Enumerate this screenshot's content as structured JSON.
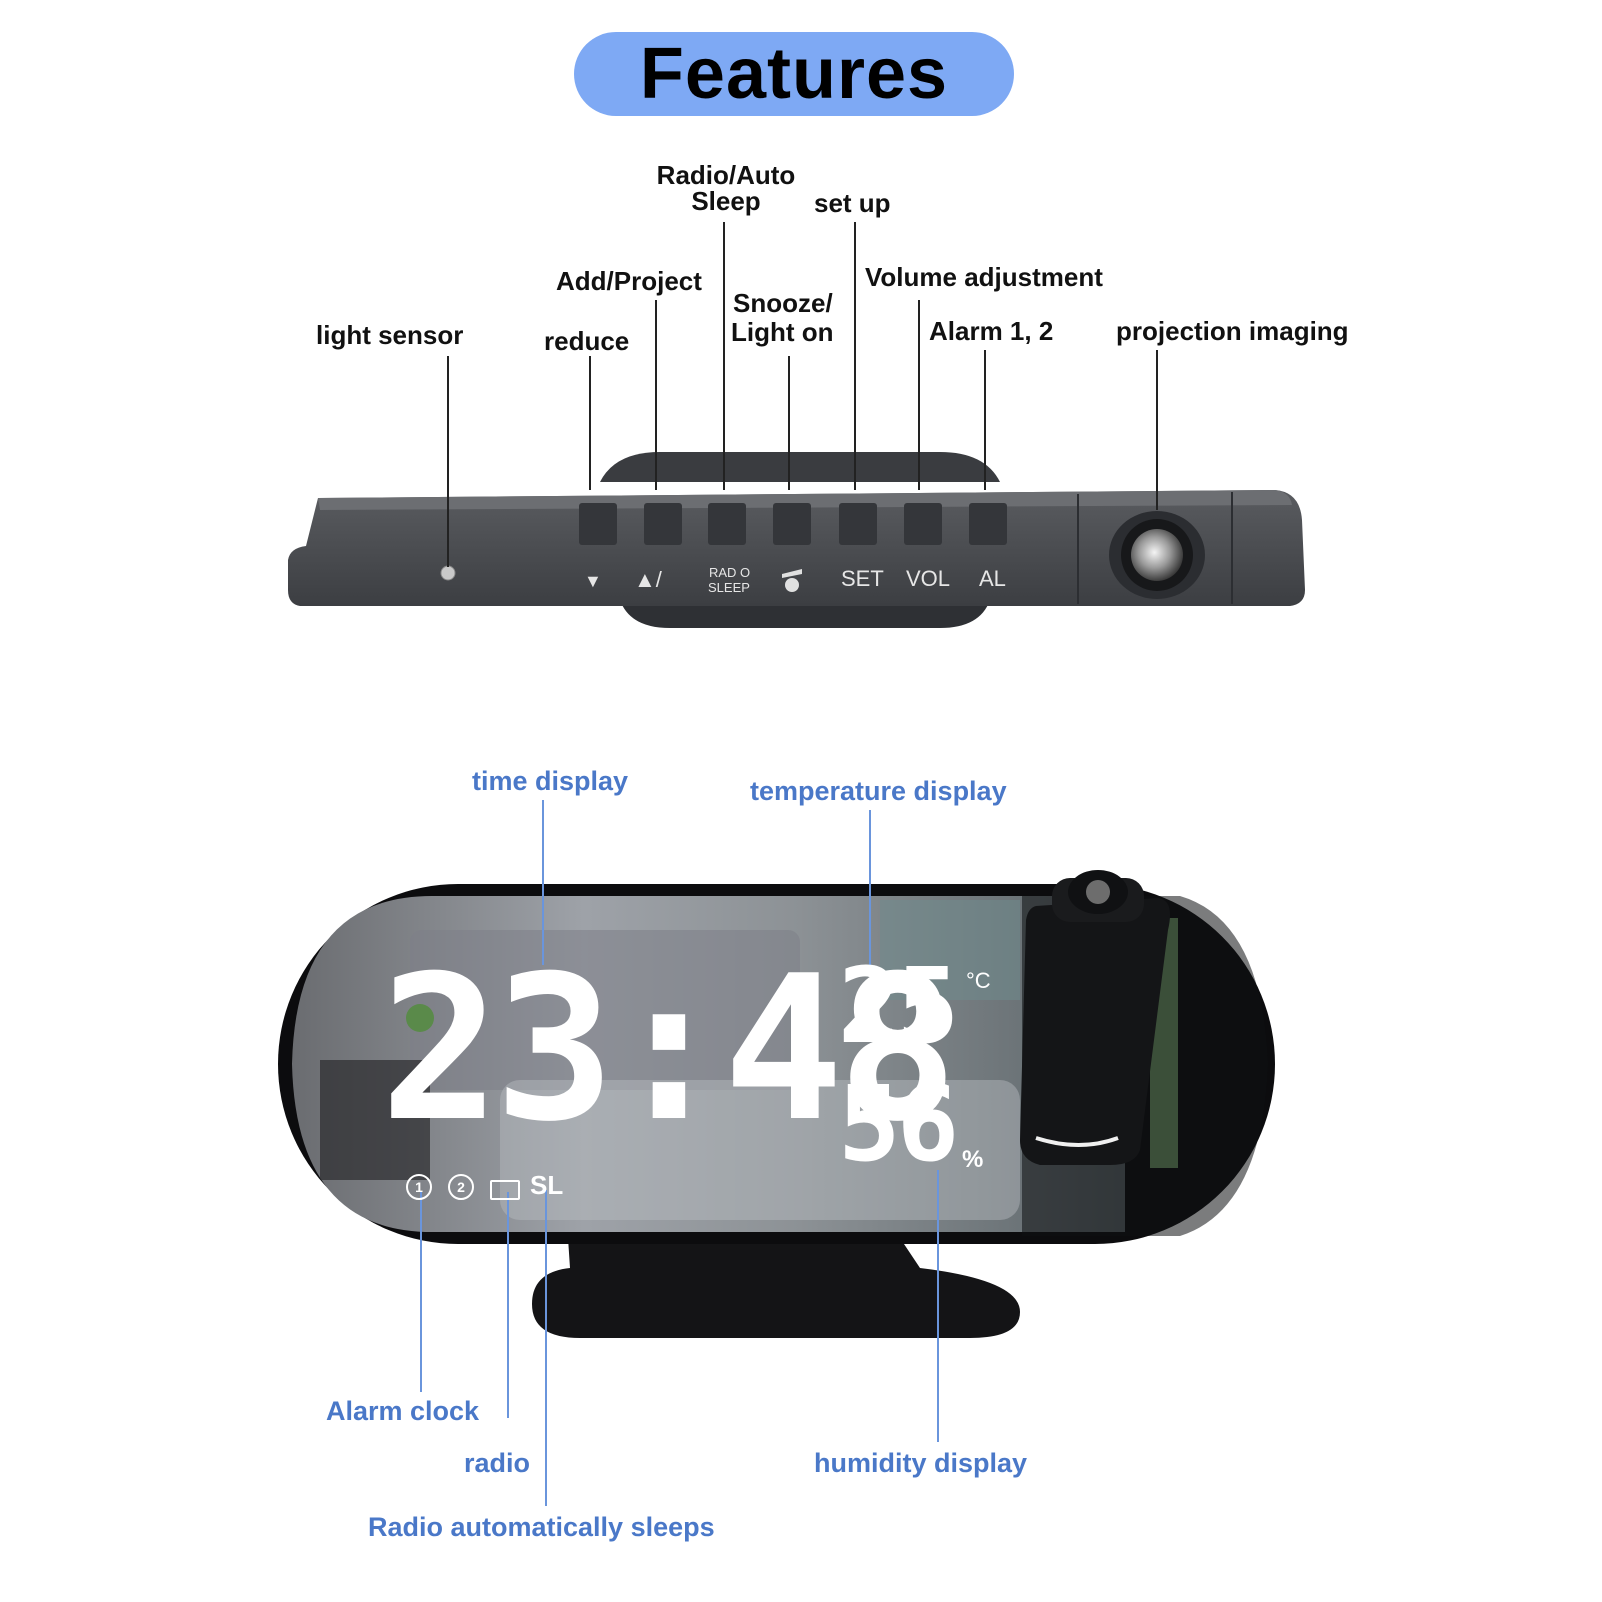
{
  "title": "Features",
  "top_labels": {
    "light_sensor": "light sensor",
    "reduce": "reduce",
    "add_project": "Add/Project",
    "radio_auto_sleep_1": "Radio/Auto",
    "radio_auto_sleep_2": "Sleep",
    "snooze_1": "Snooze/",
    "snooze_2": "Light on",
    "set_up": "set up",
    "volume": "Volume adjustment",
    "alarm": "Alarm 1, 2",
    "projection": "projection imaging"
  },
  "button_labels": {
    "down": "▼",
    "up": "▲/",
    "radio_1": "RAD O",
    "radio_2": "SLEEP",
    "set": "SET",
    "vol": "VOL",
    "al": "AL"
  },
  "bottom_labels": {
    "time_display": "time display",
    "temperature_display": "temperature display",
    "alarm_clock": "Alarm clock",
    "radio": "radio",
    "radio_sleeps": "Radio automatically sleeps",
    "humidity_display": "humidity display"
  },
  "display": {
    "time": "23:48",
    "temperature": "25",
    "temp_unit": "°C",
    "humidity": "56",
    "humidity_unit": "%",
    "alarm1": "1",
    "alarm2": "2",
    "sleep": "SL"
  },
  "colors": {
    "pill": "#7ea9f4",
    "callout_blue": "#4a78c8",
    "device": "#4a4c50"
  }
}
